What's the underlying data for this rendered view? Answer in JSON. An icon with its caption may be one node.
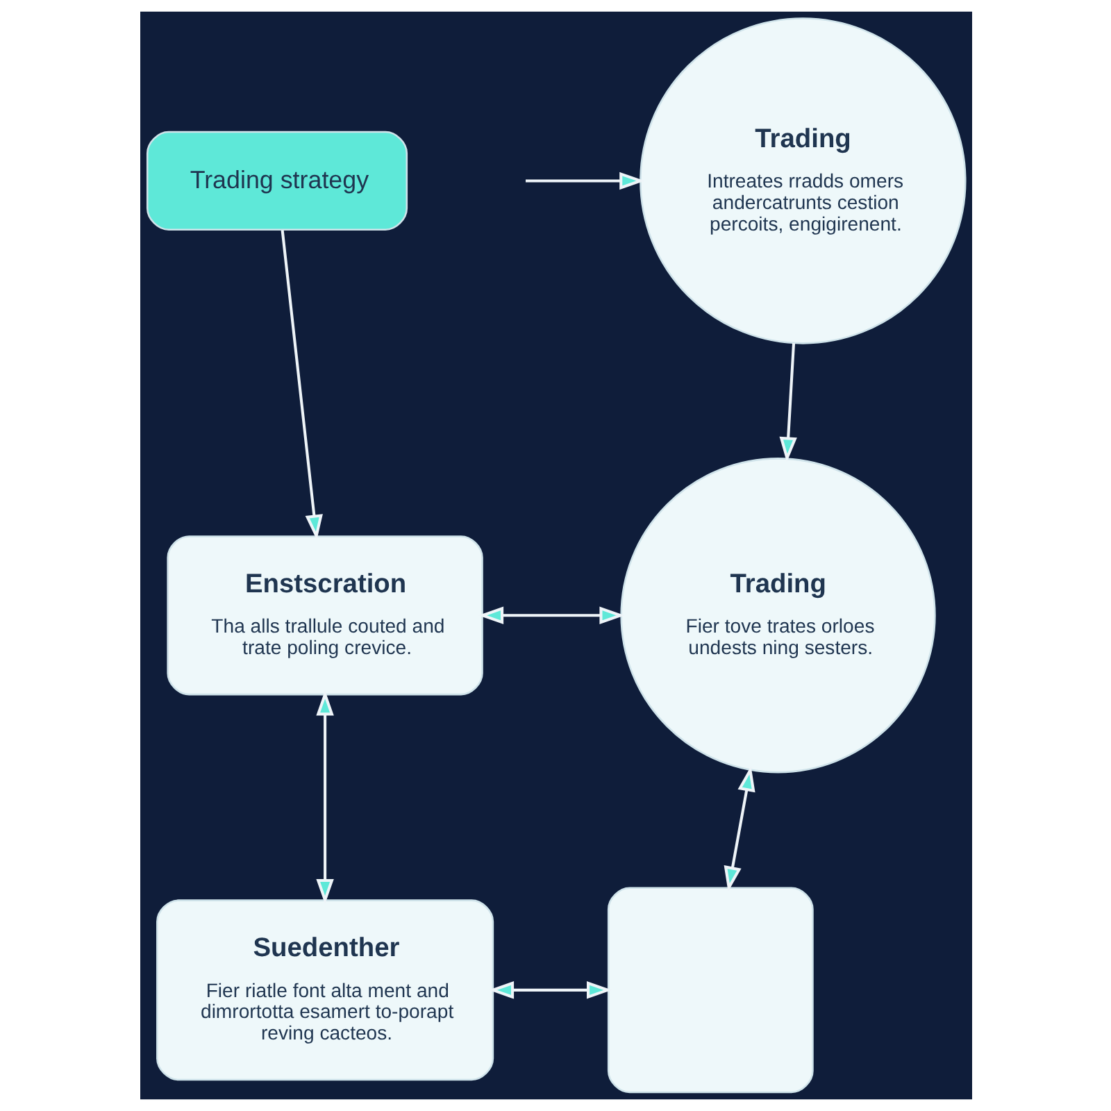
{
  "diagram": {
    "nodes": [
      {
        "text": [
          "Trading",
          "Intreates rradds omers andercatrunts cestion percoits, engigirenent."
        ]
      },
      {
        "text": [
          "Trading strategy"
        ]
      },
      {
        "text": [
          "Enstscration",
          "Tha alls trallule couted and trate poling crevice."
        ]
      },
      {
        "text": [
          "Trading",
          "Fier tove trates orloes undests ning sesters."
        ]
      },
      {
        "text": [
          "Suedenther",
          "Fier riatle font alta ment and dimrortotta esamert to-porapt reving cacteos."
        ]
      },
      {
        "text": [],
        "shape": "box"
      }
    ],
    "edges": [
      {
        "from": null,
        "to": 0,
        "arrow": "to"
      },
      {
        "from": 1,
        "to": 2,
        "arrow": "to"
      },
      {
        "from": 0,
        "to": 3,
        "arrow": "to"
      },
      {
        "from": 2,
        "to": 3,
        "arrow": "both"
      },
      {
        "from": 2,
        "to": 4,
        "arrow": "both"
      },
      {
        "from": 4,
        "to": 5,
        "arrow": "both"
      },
      {
        "from": 5,
        "to": 3,
        "arrow": "both"
      }
    ]
  }
}
